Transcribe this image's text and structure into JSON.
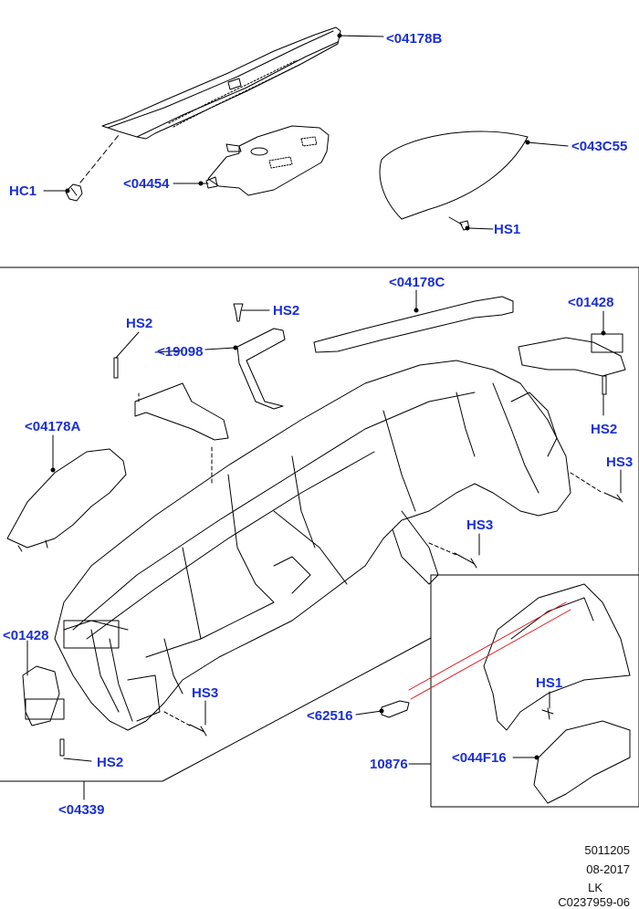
{
  "callouts": {
    "c04178B": "<04178B",
    "c043C55": "<043C55",
    "cHC1": "HC1",
    "c04454": "<04454",
    "cHS1_top": "HS1",
    "c04178C": "<04178C",
    "cHS2_a": "HS2",
    "cHS2_b": "HS2",
    "c19098": "<19098",
    "c01428_right": "<01428",
    "cHS2_right": "HS2",
    "c04178A": "<04178A",
    "cHS3_right": "HS3",
    "cHS3_mid": "HS3",
    "c01428_left": "<01428",
    "cHS3_left": "HS3",
    "cHS2_left": "HS2",
    "c62516": "<62516",
    "cHS1_inset": "HS1",
    "c10876": "10876",
    "c044F16": "<044F16",
    "c04339": "<04339"
  },
  "footer": {
    "ref_number": "5011205",
    "date": "08-2017",
    "market": "LK",
    "illustration_id": "C0237959-06"
  },
  "colors": {
    "callout": "#1a2fd6",
    "line": "#000000",
    "highlight_line": "#e21a1a"
  }
}
